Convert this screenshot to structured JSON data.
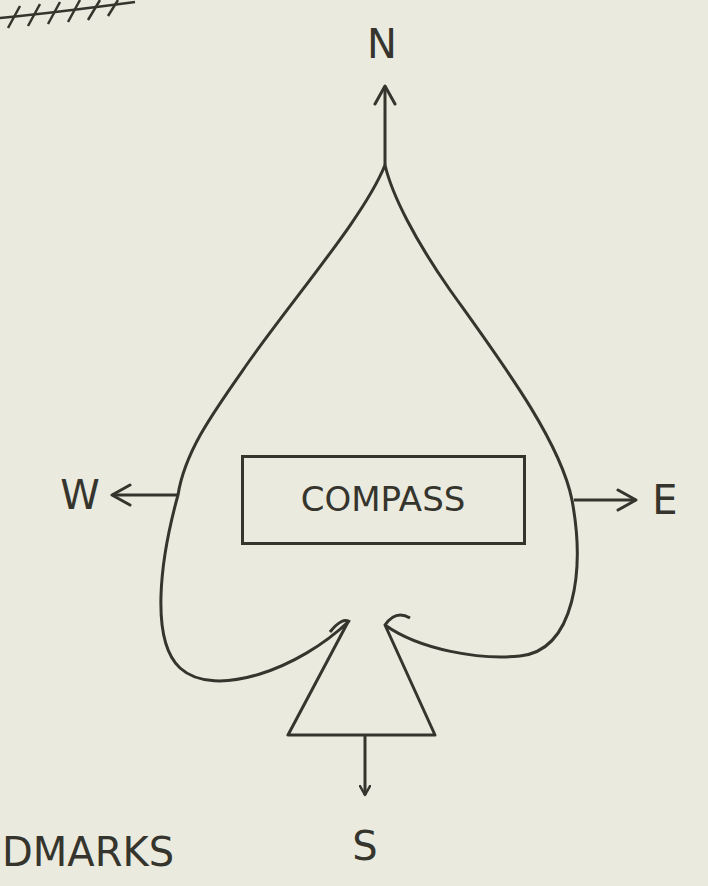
{
  "diagram": {
    "nodes": [
      {
        "text": [
          "COMPASS"
        ]
      }
    ],
    "edges": [],
    "labels": [
      "N",
      "W",
      "E",
      "S",
      "DMARKS"
    ]
  }
}
